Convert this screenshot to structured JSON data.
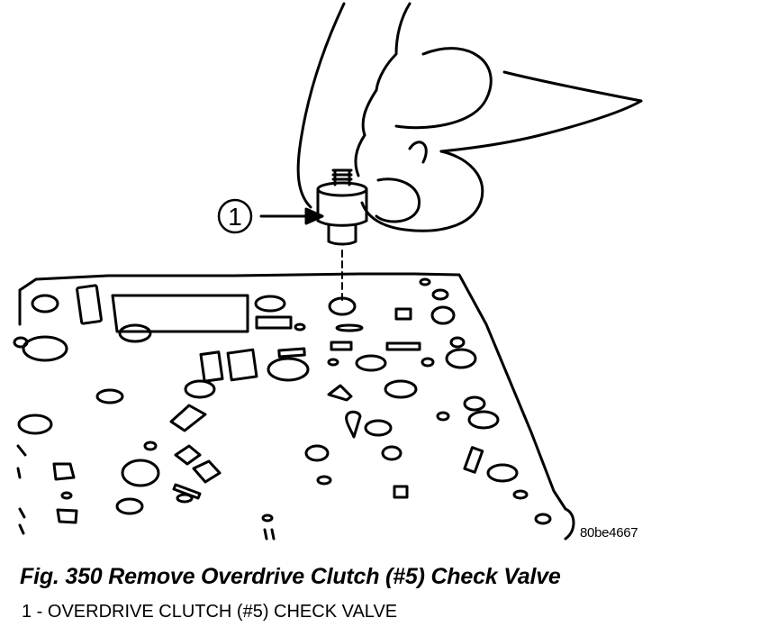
{
  "figure": {
    "callout": "1",
    "reference_code": "80be4667",
    "caption": "Fig. 350 Remove Overdrive Clutch (#5) Check Valve",
    "legend": [
      {
        "text": "1 - OVERDRIVE CLUTCH (#5) CHECK VALVE"
      }
    ]
  }
}
